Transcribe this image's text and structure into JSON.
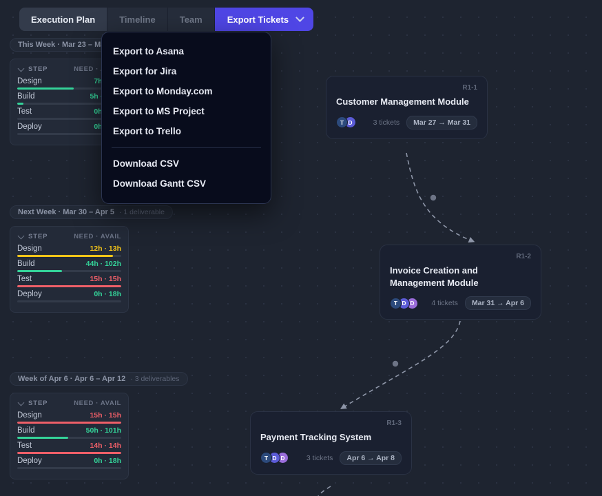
{
  "tabs": [
    {
      "label": "Execution Plan",
      "active": true
    },
    {
      "label": "Timeline",
      "active": false
    },
    {
      "label": "Team",
      "active": false
    }
  ],
  "export_button": {
    "label": "Export Tickets",
    "icon": "chevron-down-icon",
    "color": "#4f46e5"
  },
  "dropdown": {
    "open": true,
    "items": [
      "Export to Asana",
      "Export for Jira",
      "Export to Monday.com",
      "Export to MS Project",
      "Export to Trello"
    ],
    "download_items": [
      "Download CSV",
      "Download Gantt CSV"
    ]
  },
  "capacity_panels": [
    {
      "title": "This Week · Mar 23 – Mar 29",
      "deliverables": "",
      "step_label": "STEP",
      "units_label": "NEED · AVAIL",
      "rows": [
        {
          "name": "Design",
          "value": "7h · 13h",
          "pct": 54,
          "color": "#34d399"
        },
        {
          "name": "Build",
          "value": "5h · 102h",
          "pct": 6,
          "color": "#34d399"
        },
        {
          "name": "Test",
          "value": "0h · 15h",
          "pct": 0,
          "color": "#34d399"
        },
        {
          "name": "Deploy",
          "value": "0h · 18h",
          "pct": 0,
          "color": "#34d399"
        }
      ]
    },
    {
      "title": "Next Week · Mar 30 – Apr 5",
      "deliverables": "· 1 deliverable",
      "step_label": "STEP",
      "units_label": "NEED · AVAIL",
      "rows": [
        {
          "name": "Design",
          "value": "12h · 13h",
          "pct": 92,
          "color": "#f5c518"
        },
        {
          "name": "Build",
          "value": "44h · 102h",
          "pct": 43,
          "color": "#34d399"
        },
        {
          "name": "Test",
          "value": "15h · 15h",
          "pct": 100,
          "color": "#ef5f68"
        },
        {
          "name": "Deploy",
          "value": "0h · 18h",
          "pct": 0,
          "color": "#34d399"
        }
      ]
    },
    {
      "title": "Week of Apr 6 · Apr 6 – Apr 12",
      "deliverables": "· 3 deliverables",
      "step_label": "STEP",
      "units_label": "NEED · AVAIL",
      "rows": [
        {
          "name": "Design",
          "value": "15h · 15h",
          "pct": 100,
          "color": "#ef5f68"
        },
        {
          "name": "Build",
          "value": "50h · 101h",
          "pct": 49,
          "color": "#34d399"
        },
        {
          "name": "Test",
          "value": "14h · 14h",
          "pct": 100,
          "color": "#ef5f68"
        },
        {
          "name": "Deploy",
          "value": "0h · 18h",
          "pct": 0,
          "color": "#34d399"
        }
      ]
    }
  ],
  "nodes": [
    {
      "id": "R1-1",
      "title": "Customer Management Module",
      "tickets": "3 tickets",
      "dates": "Mar 27 → Mar 31",
      "avatars": [
        {
          "letter": "T",
          "color": "#2c4a7c"
        },
        {
          "letter": "D",
          "color": "#5b5bd6"
        }
      ]
    },
    {
      "id": "R1-2",
      "title": "Invoice Creation and Management Module",
      "tickets": "4 tickets",
      "dates": "Mar 31 → Apr 6",
      "avatars": [
        {
          "letter": "T",
          "color": "#2c4a7c"
        },
        {
          "letter": "D",
          "color": "#5b5bd6"
        },
        {
          "letter": "D",
          "color": "#9b6ddb"
        }
      ]
    },
    {
      "id": "R1-3",
      "title": "Payment Tracking System",
      "tickets": "3 tickets",
      "dates": "Apr 6 → Apr 8",
      "avatars": [
        {
          "letter": "T",
          "color": "#2c4a7c"
        },
        {
          "letter": "D",
          "color": "#5b5bd6"
        },
        {
          "letter": "D",
          "color": "#9b6ddb"
        }
      ]
    }
  ]
}
